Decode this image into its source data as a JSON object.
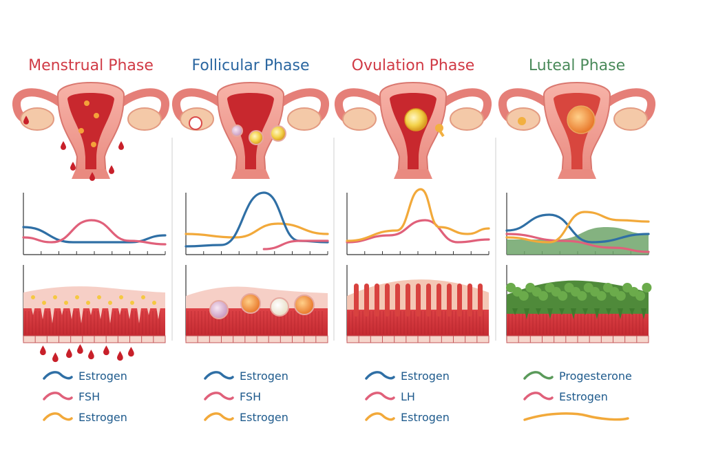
{
  "colors": {
    "estrogen_blue": "#2f6fa5",
    "pink": "#e0607a",
    "orange": "#f2a93a",
    "green": "#5a9a5a",
    "blood": "#c8202a",
    "uterus": "#ef9a8f",
    "tissue": "#d83a3e"
  },
  "phases": [
    {
      "title": "Menstrual Phase",
      "title_color": "#d03a45",
      "legend": [
        {
          "label": "Estrogen",
          "color": "#2f6fa5",
          "icon": "wave-line-icon"
        },
        {
          "label": "FSH",
          "color": "#e0607a",
          "icon": "wave-line-icon"
        },
        {
          "label": "Estrogen",
          "color": "#f2a93a",
          "icon": "wave-line-icon"
        }
      ]
    },
    {
      "title": "Follicular Phase",
      "title_color": "#2a66a0",
      "legend": [
        {
          "label": "Estrogen",
          "color": "#2f6fa5",
          "icon": "wave-line-icon"
        },
        {
          "label": "FSH",
          "color": "#e0607a",
          "icon": "wave-line-icon"
        },
        {
          "label": "Estrogen",
          "color": "#f2a93a",
          "icon": "wave-line-icon"
        }
      ]
    },
    {
      "title": "Ovulation Phase",
      "title_color": "#d03a45",
      "legend": [
        {
          "label": "Estrogen",
          "color": "#2f6fa5",
          "icon": "wave-line-icon"
        },
        {
          "label": "LH",
          "color": "#e0607a",
          "icon": "wave-line-icon"
        },
        {
          "label": "Estrogen",
          "color": "#f2a93a",
          "icon": "wave-line-icon"
        }
      ]
    },
    {
      "title": "Luteal Phase",
      "title_color": "#4a8a5a",
      "legend": [
        {
          "label": "Progesterone",
          "color": "#5a9a5a",
          "icon": "wave-line-icon"
        },
        {
          "label": "Estrogen",
          "color": "#e0607a",
          "icon": "wave-line-icon"
        },
        {
          "label": "",
          "color": "#f2a93a",
          "icon": "wave-line-icon"
        }
      ]
    }
  ]
}
